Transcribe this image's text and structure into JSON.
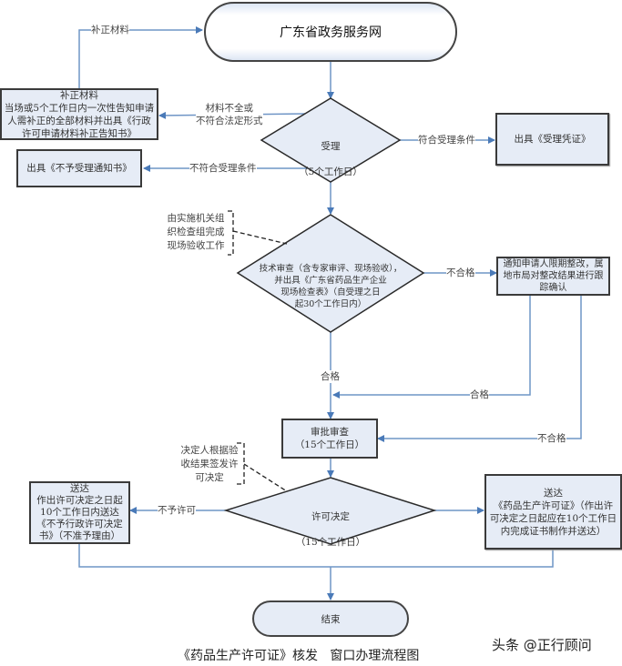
{
  "diagram": {
    "start": "广东省政务服务网",
    "end": "结束",
    "caption": "《药品生产许可证》核发   窗口办理流程图",
    "watermark": "头条 @正行顾问",
    "accept": {
      "line1": "受理",
      "line2": "（5个工作日）"
    },
    "supplement_box": {
      "title": "补正材料",
      "body": "当场或5个工作日内一次性告知申请人需补正的全部材料并出具《行政许可申请材料补正告知书》"
    },
    "reject_box": "出具《不予受理通知书》",
    "receipt_box": "出具《受理凭证》",
    "tech_review": "技术审查（含专家审评、现场验收），\n并出具《广东省药品生产企业\n现场检查表》（自受理之日\n起30个工作日内）",
    "rectify_box": "通知申请人限期整改，属地市局对整改结果进行跟踪确认",
    "approval_review": {
      "line1": "审批审查",
      "line2": "（15个工作日）"
    },
    "decision": {
      "line1": "许可决定",
      "line2": "（15个工作日）"
    },
    "deny_box": {
      "title": "送达",
      "body": "作出许可决定之日起\n10个工作日内送达\n《不予行政许可决定\n书》（不准予理由）"
    },
    "grant_box": {
      "title": "送达",
      "body": "《药品生产许可证》（作出许可决定之日起应在10个工作日内完成证书制作并送达）"
    },
    "notes": {
      "inspection": "由实施机关组\n织检查组完成\n现场验收工作",
      "decider": "决定人根据验\n收结果签发许\n可决定"
    },
    "edge_labels": {
      "supplement": "补正材料",
      "incomplete": "材料不全或\n不符合法定形式",
      "not_meet": "不符合受理条件",
      "meet": "符合受理条件",
      "fail": "不合格",
      "pass_main": "合格",
      "pass_rectify": "合格",
      "fail_rectify": "不合格",
      "deny": "不予许可"
    },
    "colors": {
      "arrow": "#4a7ab8",
      "fill": "#e6ecf6",
      "border": "#3a3a3a"
    }
  }
}
